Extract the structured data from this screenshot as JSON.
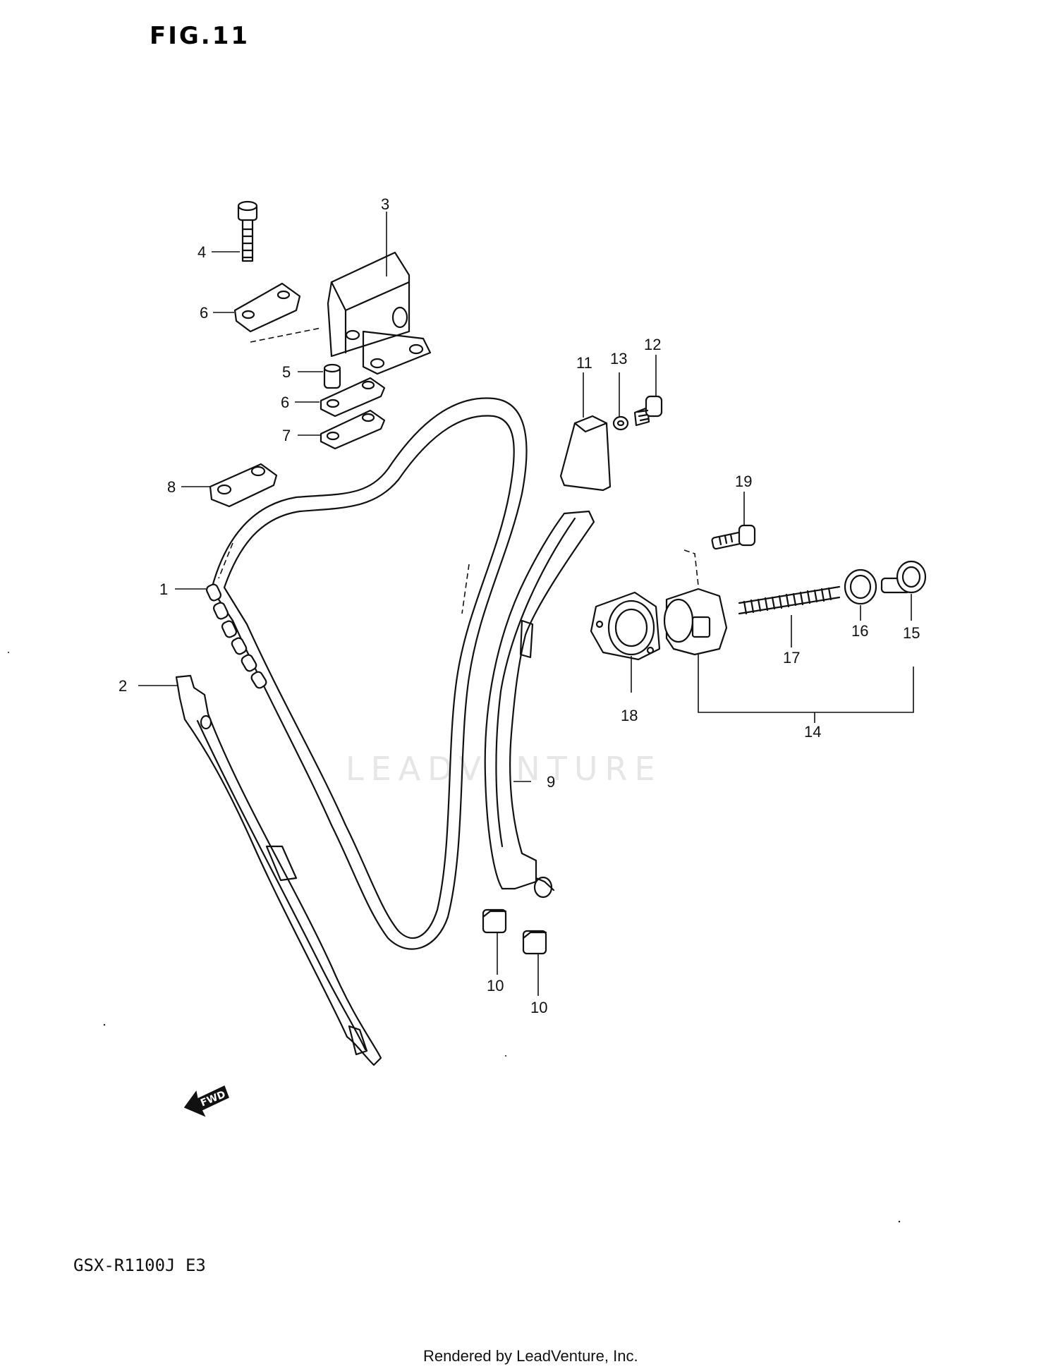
{
  "figure": {
    "title": "FIG.11",
    "model": "GSX-R1100J  E3",
    "watermark": "LEADVENTURE",
    "footer": "Rendered by LeadVenture, Inc.",
    "fwd_label": "FWD"
  },
  "callouts": [
    {
      "id": "c1",
      "label": "1"
    },
    {
      "id": "c2",
      "label": "2"
    },
    {
      "id": "c3",
      "label": "3"
    },
    {
      "id": "c4",
      "label": "4"
    },
    {
      "id": "c5",
      "label": "5"
    },
    {
      "id": "c6a",
      "label": "6"
    },
    {
      "id": "c6b",
      "label": "6"
    },
    {
      "id": "c7",
      "label": "7"
    },
    {
      "id": "c8",
      "label": "8"
    },
    {
      "id": "c9",
      "label": "9"
    },
    {
      "id": "c10a",
      "label": "10"
    },
    {
      "id": "c10b",
      "label": "10"
    },
    {
      "id": "c11",
      "label": "11"
    },
    {
      "id": "c12",
      "label": "12"
    },
    {
      "id": "c13",
      "label": "13"
    },
    {
      "id": "c14",
      "label": "14"
    },
    {
      "id": "c15",
      "label": "15"
    },
    {
      "id": "c16",
      "label": "16"
    },
    {
      "id": "c17",
      "label": "17"
    },
    {
      "id": "c18",
      "label": "18"
    },
    {
      "id": "c19",
      "label": "19"
    }
  ],
  "parts": [
    {
      "key": "chain",
      "name": "cam-chain"
    },
    {
      "key": "guide-rear",
      "name": "cam-chain-guide-rear"
    },
    {
      "key": "guide-top",
      "name": "cam-chain-guide-top"
    },
    {
      "key": "bolt",
      "name": "bolt"
    },
    {
      "key": "cushion",
      "name": "cushion"
    },
    {
      "key": "plate",
      "name": "plate"
    },
    {
      "key": "tensioner-adjuster",
      "name": "tensioner-adjuster-assembly"
    }
  ]
}
